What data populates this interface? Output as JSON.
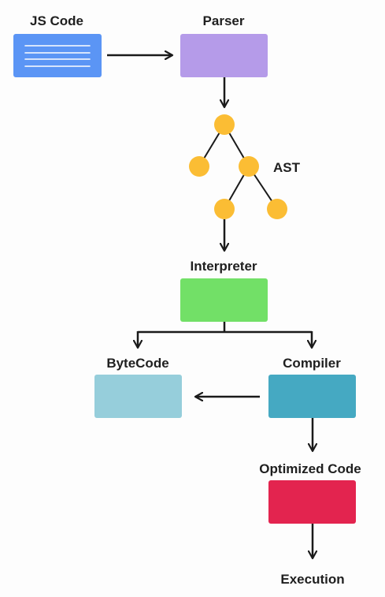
{
  "nodes": {
    "js_code": {
      "label": "JS Code",
      "color": "#5b95f5"
    },
    "parser": {
      "label": "Parser",
      "color": "#b59be9"
    },
    "ast": {
      "label": "AST",
      "color": "#fbbd34"
    },
    "interpreter": {
      "label": "Interpreter",
      "color": "#72e067"
    },
    "bytecode": {
      "label": "ByteCode",
      "color": "#96cedb"
    },
    "compiler": {
      "label": "Compiler",
      "color": "#45a9c2"
    },
    "optimized_code": {
      "label": "Optimized Code",
      "color": "#e3244f"
    },
    "execution": {
      "label": "Execution"
    }
  },
  "edges": [
    {
      "from": "JS Code",
      "to": "Parser"
    },
    {
      "from": "Parser",
      "to": "AST"
    },
    {
      "from": "AST",
      "to": "Interpreter"
    },
    {
      "from": "Interpreter",
      "to": "ByteCode"
    },
    {
      "from": "Interpreter",
      "to": "Compiler"
    },
    {
      "from": "Compiler",
      "to": "ByteCode"
    },
    {
      "from": "Compiler",
      "to": "Optimized Code"
    },
    {
      "from": "Optimized Code",
      "to": "Execution"
    }
  ]
}
